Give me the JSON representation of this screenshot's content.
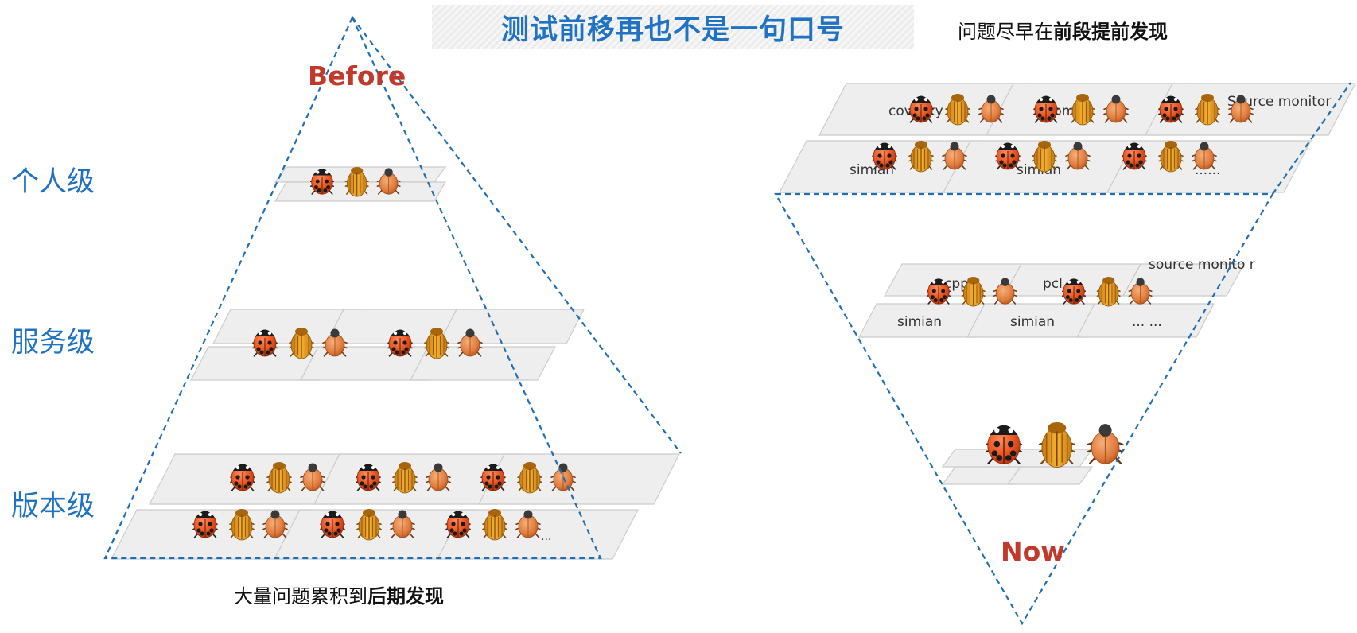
{
  "title": "测试前移再也不是一句口号",
  "right_note": {
    "normal": "问题尽早在",
    "bold": "前段提前发现"
  },
  "bottom_note": {
    "normal": "大量问题累积到",
    "bold": "后期发现"
  },
  "before_label": "Before",
  "now_label": "Now",
  "levels": [
    "个人级",
    "服务级",
    "版本级"
  ],
  "right_top_tools": [
    "coverity",
    "pmd",
    "Source monitor",
    "simian",
    "simian",
    "......"
  ],
  "right_mid_tools": [
    "cpp",
    "pcl",
    "source monito r",
    "simian",
    "simian",
    "... ..."
  ],
  "bottom_dots": "...",
  "colors": {
    "title_blue": "#1f73c2",
    "accent_red": "#c0392b",
    "dash_blue": "#1f6fb5"
  },
  "bug_icons": [
    "ladybug-icon",
    "beetle-icon",
    "scarab-icon"
  ]
}
